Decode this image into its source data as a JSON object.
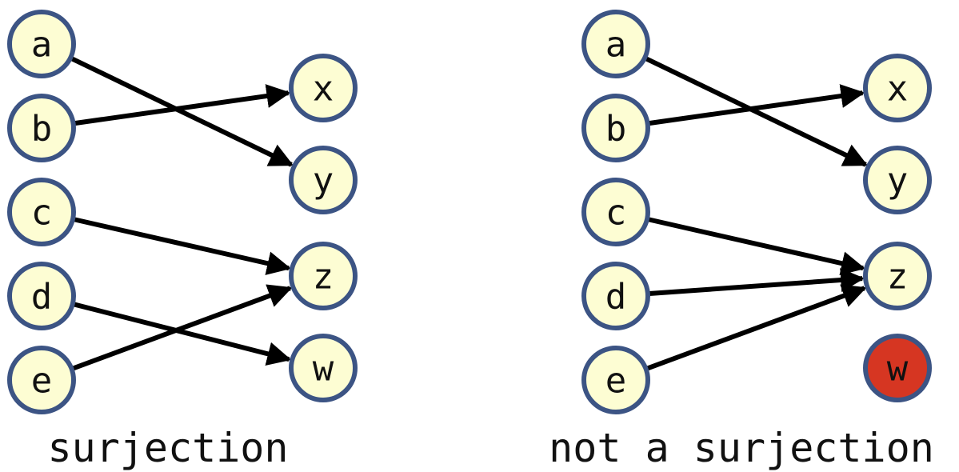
{
  "colors": {
    "node_fill": "#fdfdd3",
    "node_stroke": "#3c5484",
    "unmapped_fill": "#d63622",
    "edge": "#000000"
  },
  "diagrams": [
    {
      "id": "left",
      "caption": "surjection",
      "domain": [
        "a",
        "b",
        "c",
        "d",
        "e"
      ],
      "codomain": [
        "x",
        "y",
        "z",
        "w"
      ],
      "mapping": [
        {
          "from": "a",
          "to": "y"
        },
        {
          "from": "b",
          "to": "x"
        },
        {
          "from": "c",
          "to": "z"
        },
        {
          "from": "d",
          "to": "w"
        },
        {
          "from": "e",
          "to": "z"
        }
      ],
      "unmapped": []
    },
    {
      "id": "right",
      "caption": "not a surjection",
      "domain": [
        "a",
        "b",
        "c",
        "d",
        "e"
      ],
      "codomain": [
        "x",
        "y",
        "z",
        "w"
      ],
      "mapping": [
        {
          "from": "a",
          "to": "y"
        },
        {
          "from": "b",
          "to": "x"
        },
        {
          "from": "c",
          "to": "z"
        },
        {
          "from": "d",
          "to": "z"
        },
        {
          "from": "e",
          "to": "z"
        }
      ],
      "unmapped": [
        "w"
      ]
    }
  ]
}
